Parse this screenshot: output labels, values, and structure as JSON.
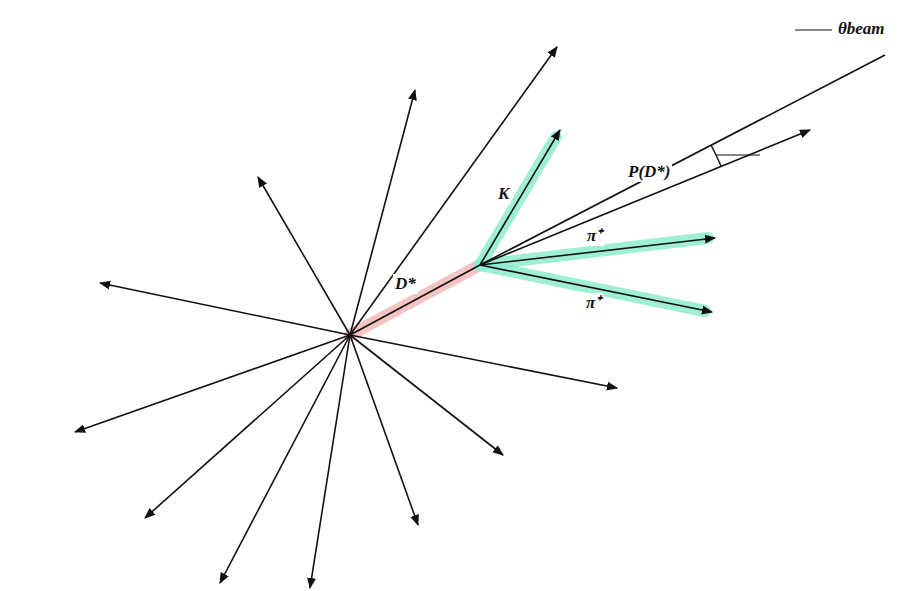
{
  "diagram": {
    "labels": [
      "D*",
      "K",
      "P(D*)",
      "π⁺",
      "π⁺",
      "θbeam"
    ]
  }
}
